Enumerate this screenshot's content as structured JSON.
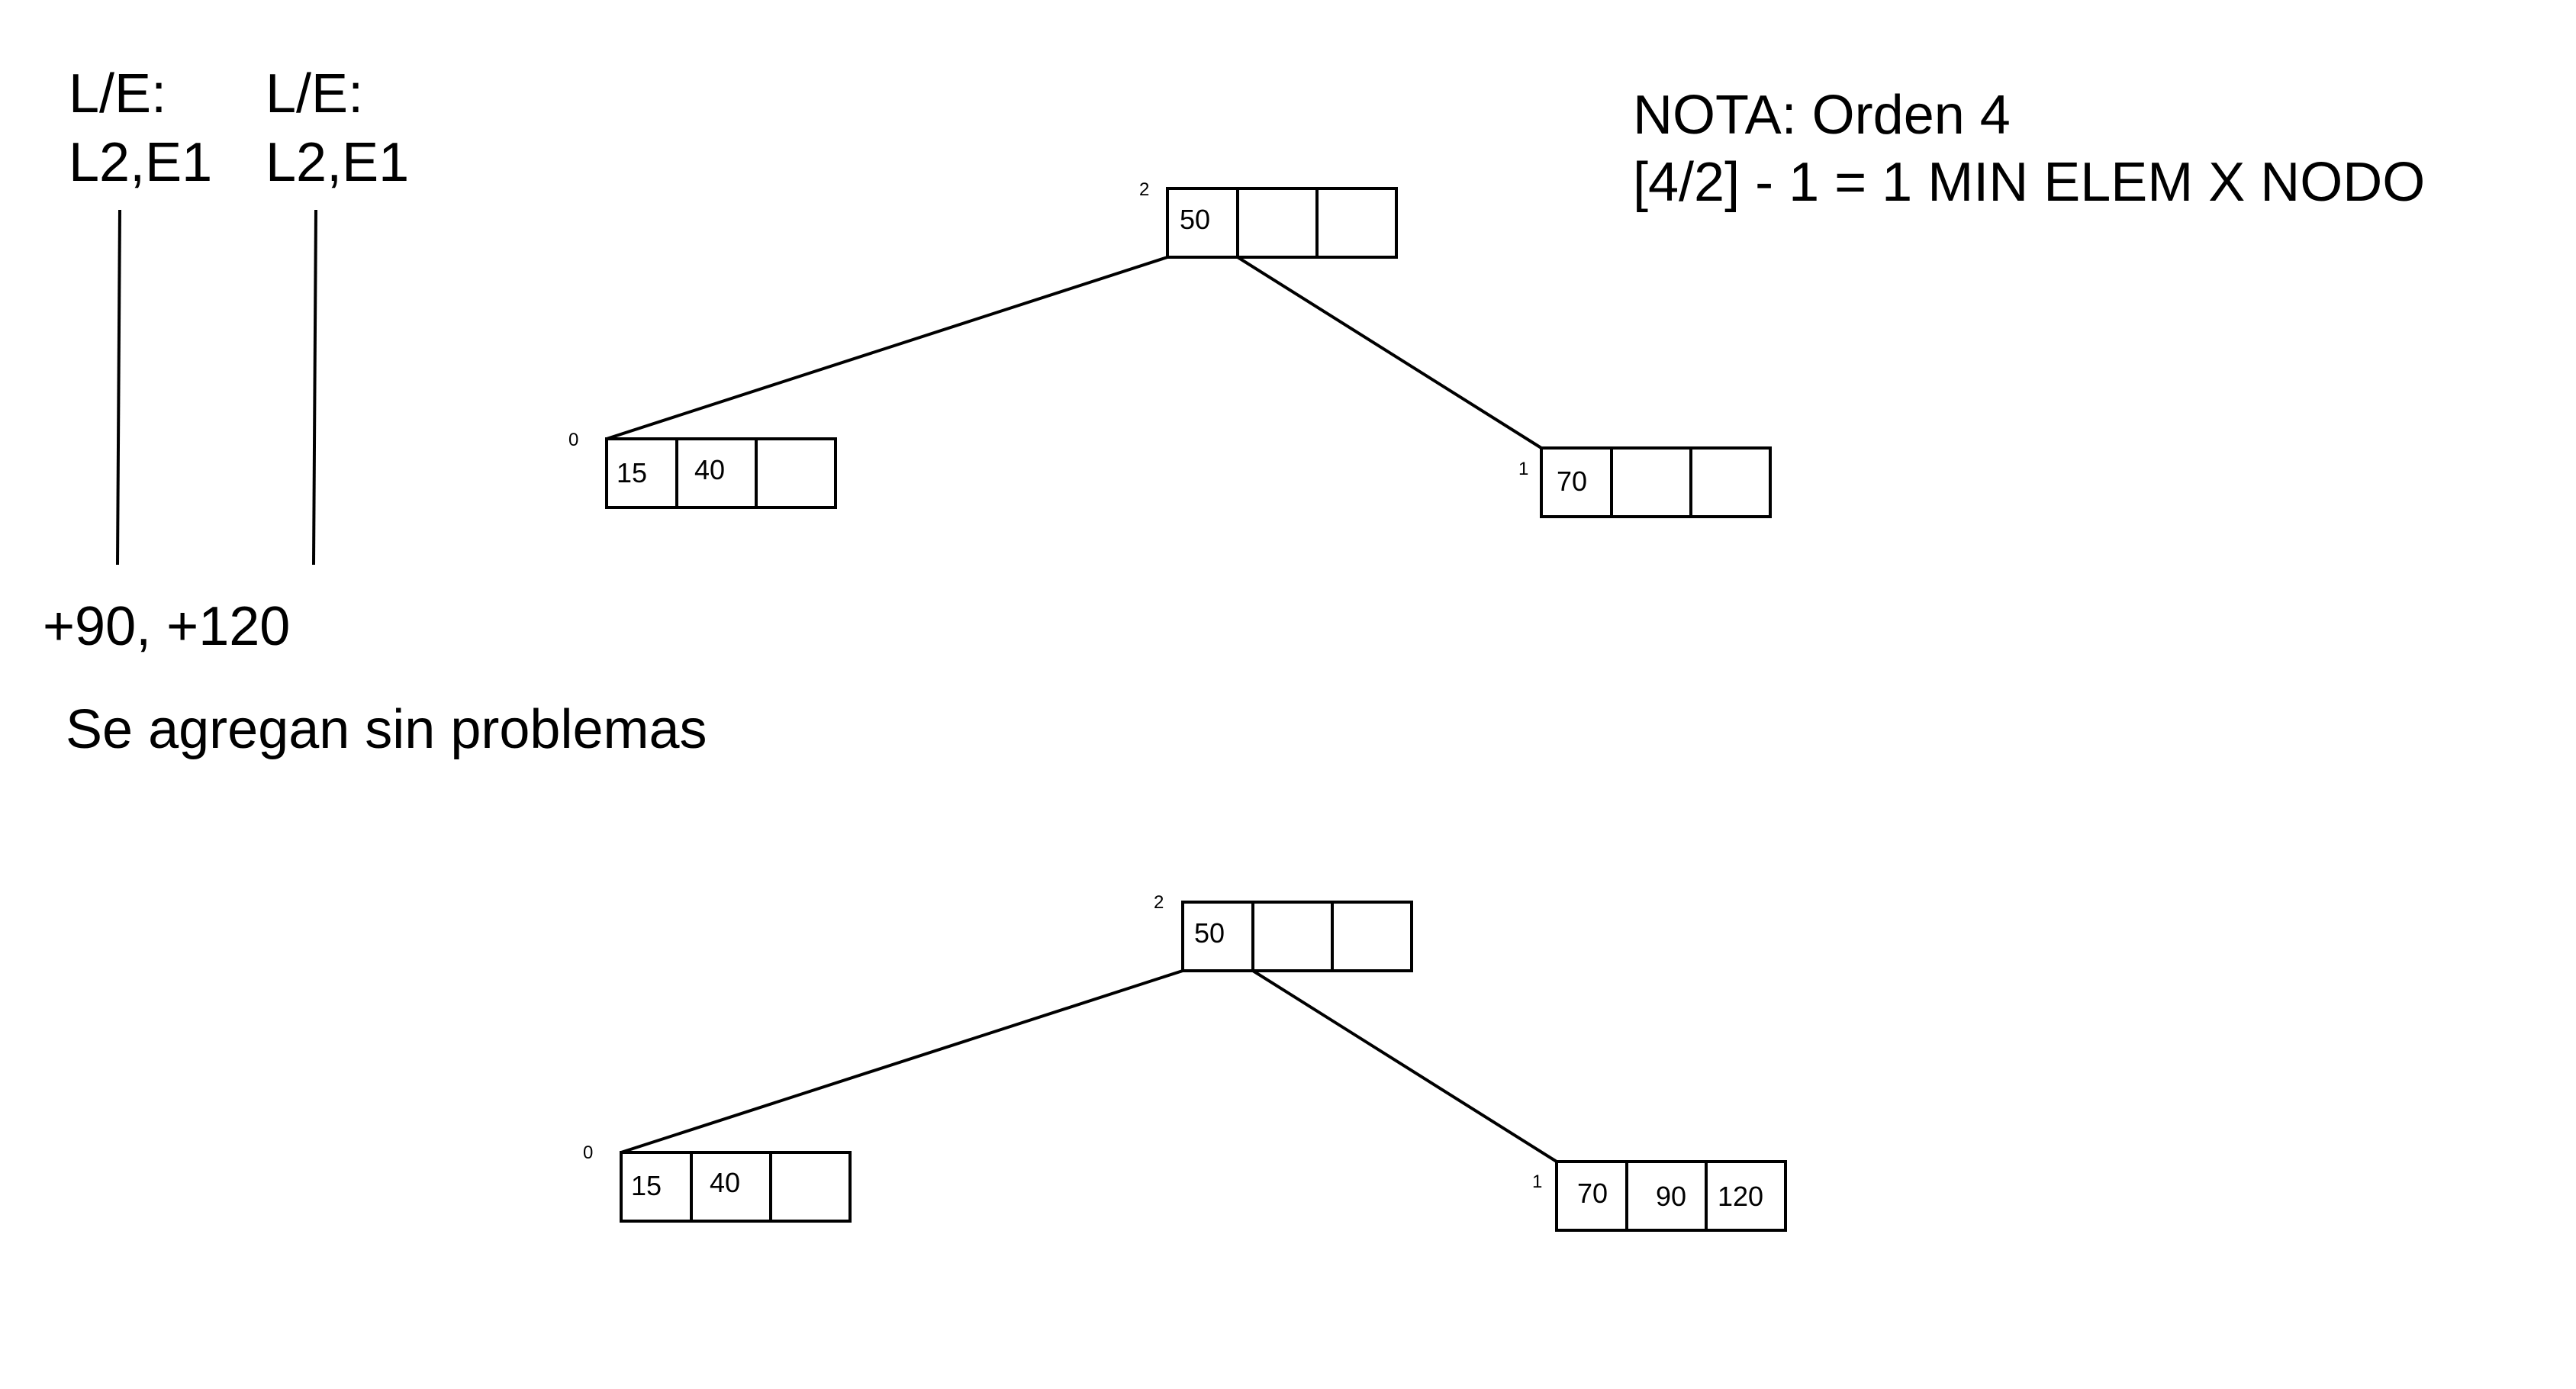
{
  "legend": {
    "col1": {
      "line1": "L/E:",
      "line2": "L2,E1"
    },
    "col2": {
      "line1": "L/E:",
      "line2": "L2,E1"
    }
  },
  "note": {
    "line1": "NOTA: Orden 4",
    "line2": "[4/2] - 1 = 1  MIN ELEM X NODO"
  },
  "insertions": "+90, +120",
  "message": "Se agregan sin problemas",
  "trees": [
    {
      "root": {
        "id": "2",
        "keys": [
          "50",
          "",
          ""
        ]
      },
      "left": {
        "id": "0",
        "keys": [
          "15",
          "40",
          ""
        ]
      },
      "right": {
        "id": "1",
        "keys": [
          "70",
          "",
          ""
        ]
      }
    },
    {
      "root": {
        "id": "2",
        "keys": [
          "50",
          "",
          ""
        ]
      },
      "left": {
        "id": "0",
        "keys": [
          "15",
          "40",
          ""
        ]
      },
      "right": {
        "id": "1",
        "keys": [
          "70",
          "90",
          "120"
        ]
      }
    }
  ]
}
